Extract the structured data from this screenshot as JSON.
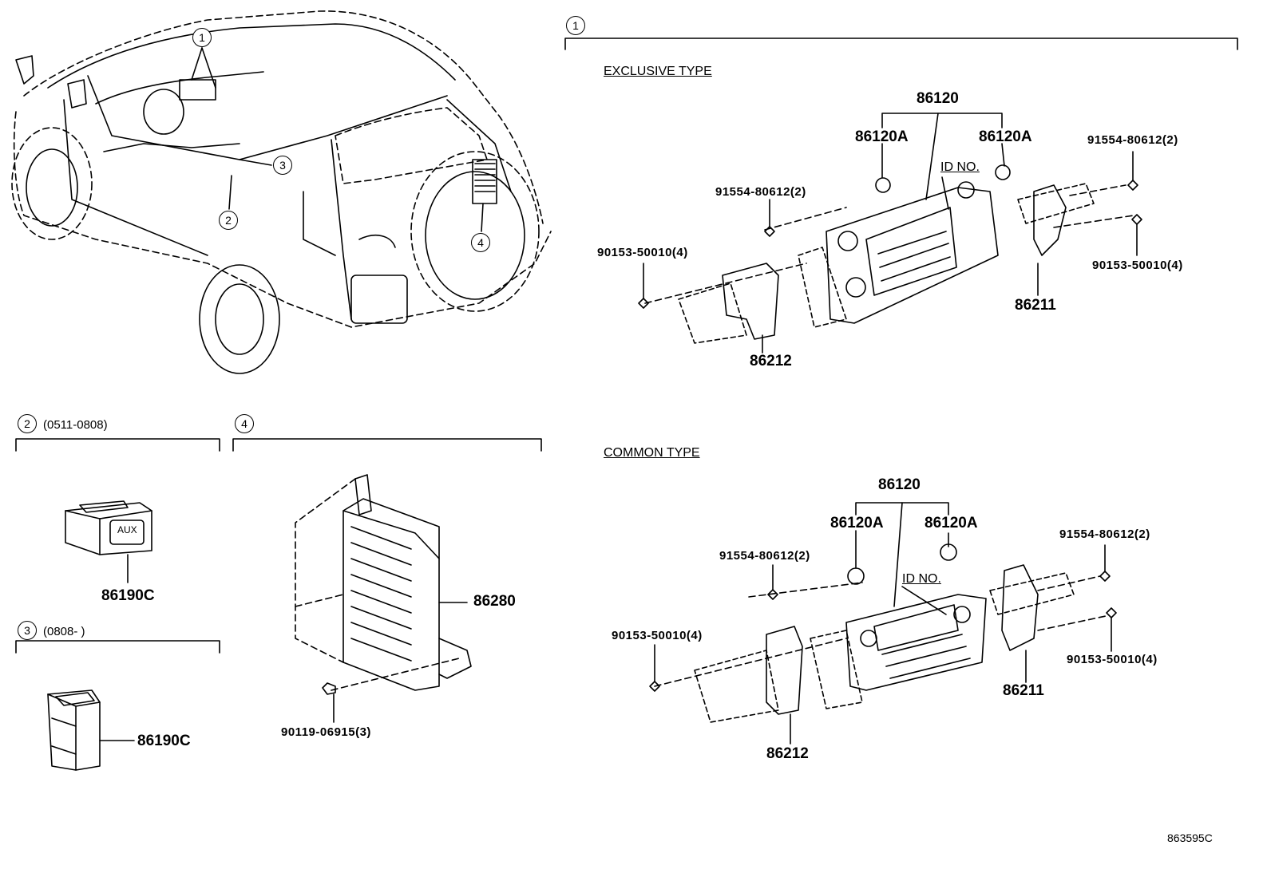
{
  "callouts": {
    "c1": "1",
    "c2": "2",
    "c3": "3",
    "c4": "4",
    "overview": [
      "1",
      "2",
      "3",
      "4"
    ]
  },
  "section1": {
    "exclusive": {
      "header": "EXCLUSIVE TYPE",
      "part_main": "86120",
      "part_sub_left": "86120A",
      "part_sub_right": "86120A",
      "id_no": "ID NO.",
      "screw_left": "91554-80612(2)",
      "screw_right": "91554-80612(2)",
      "bolt_left": "90153-50010(4)",
      "bolt_right": "90153-50010(4)",
      "bracket_right": "86211",
      "bracket_left": "86212"
    },
    "common": {
      "header": "COMMON TYPE",
      "part_main": "86120",
      "part_sub_left": "86120A",
      "part_sub_right": "86120A",
      "id_no": "ID NO.",
      "screw_left": "91554-80612(2)",
      "screw_right": "91554-80612(2)",
      "bolt_left": "90153-50010(4)",
      "bolt_right": "90153-50010(4)",
      "bracket_right": "86211",
      "bracket_left": "86212"
    }
  },
  "section2": {
    "range": "(0511-0808)",
    "part": "86190C",
    "switch_text": "AUX"
  },
  "section3": {
    "range": "(0808-        )",
    "part": "86190C"
  },
  "section4": {
    "part": "86280",
    "bolt": "90119-06915(3)"
  },
  "drawing_code": "863595C"
}
